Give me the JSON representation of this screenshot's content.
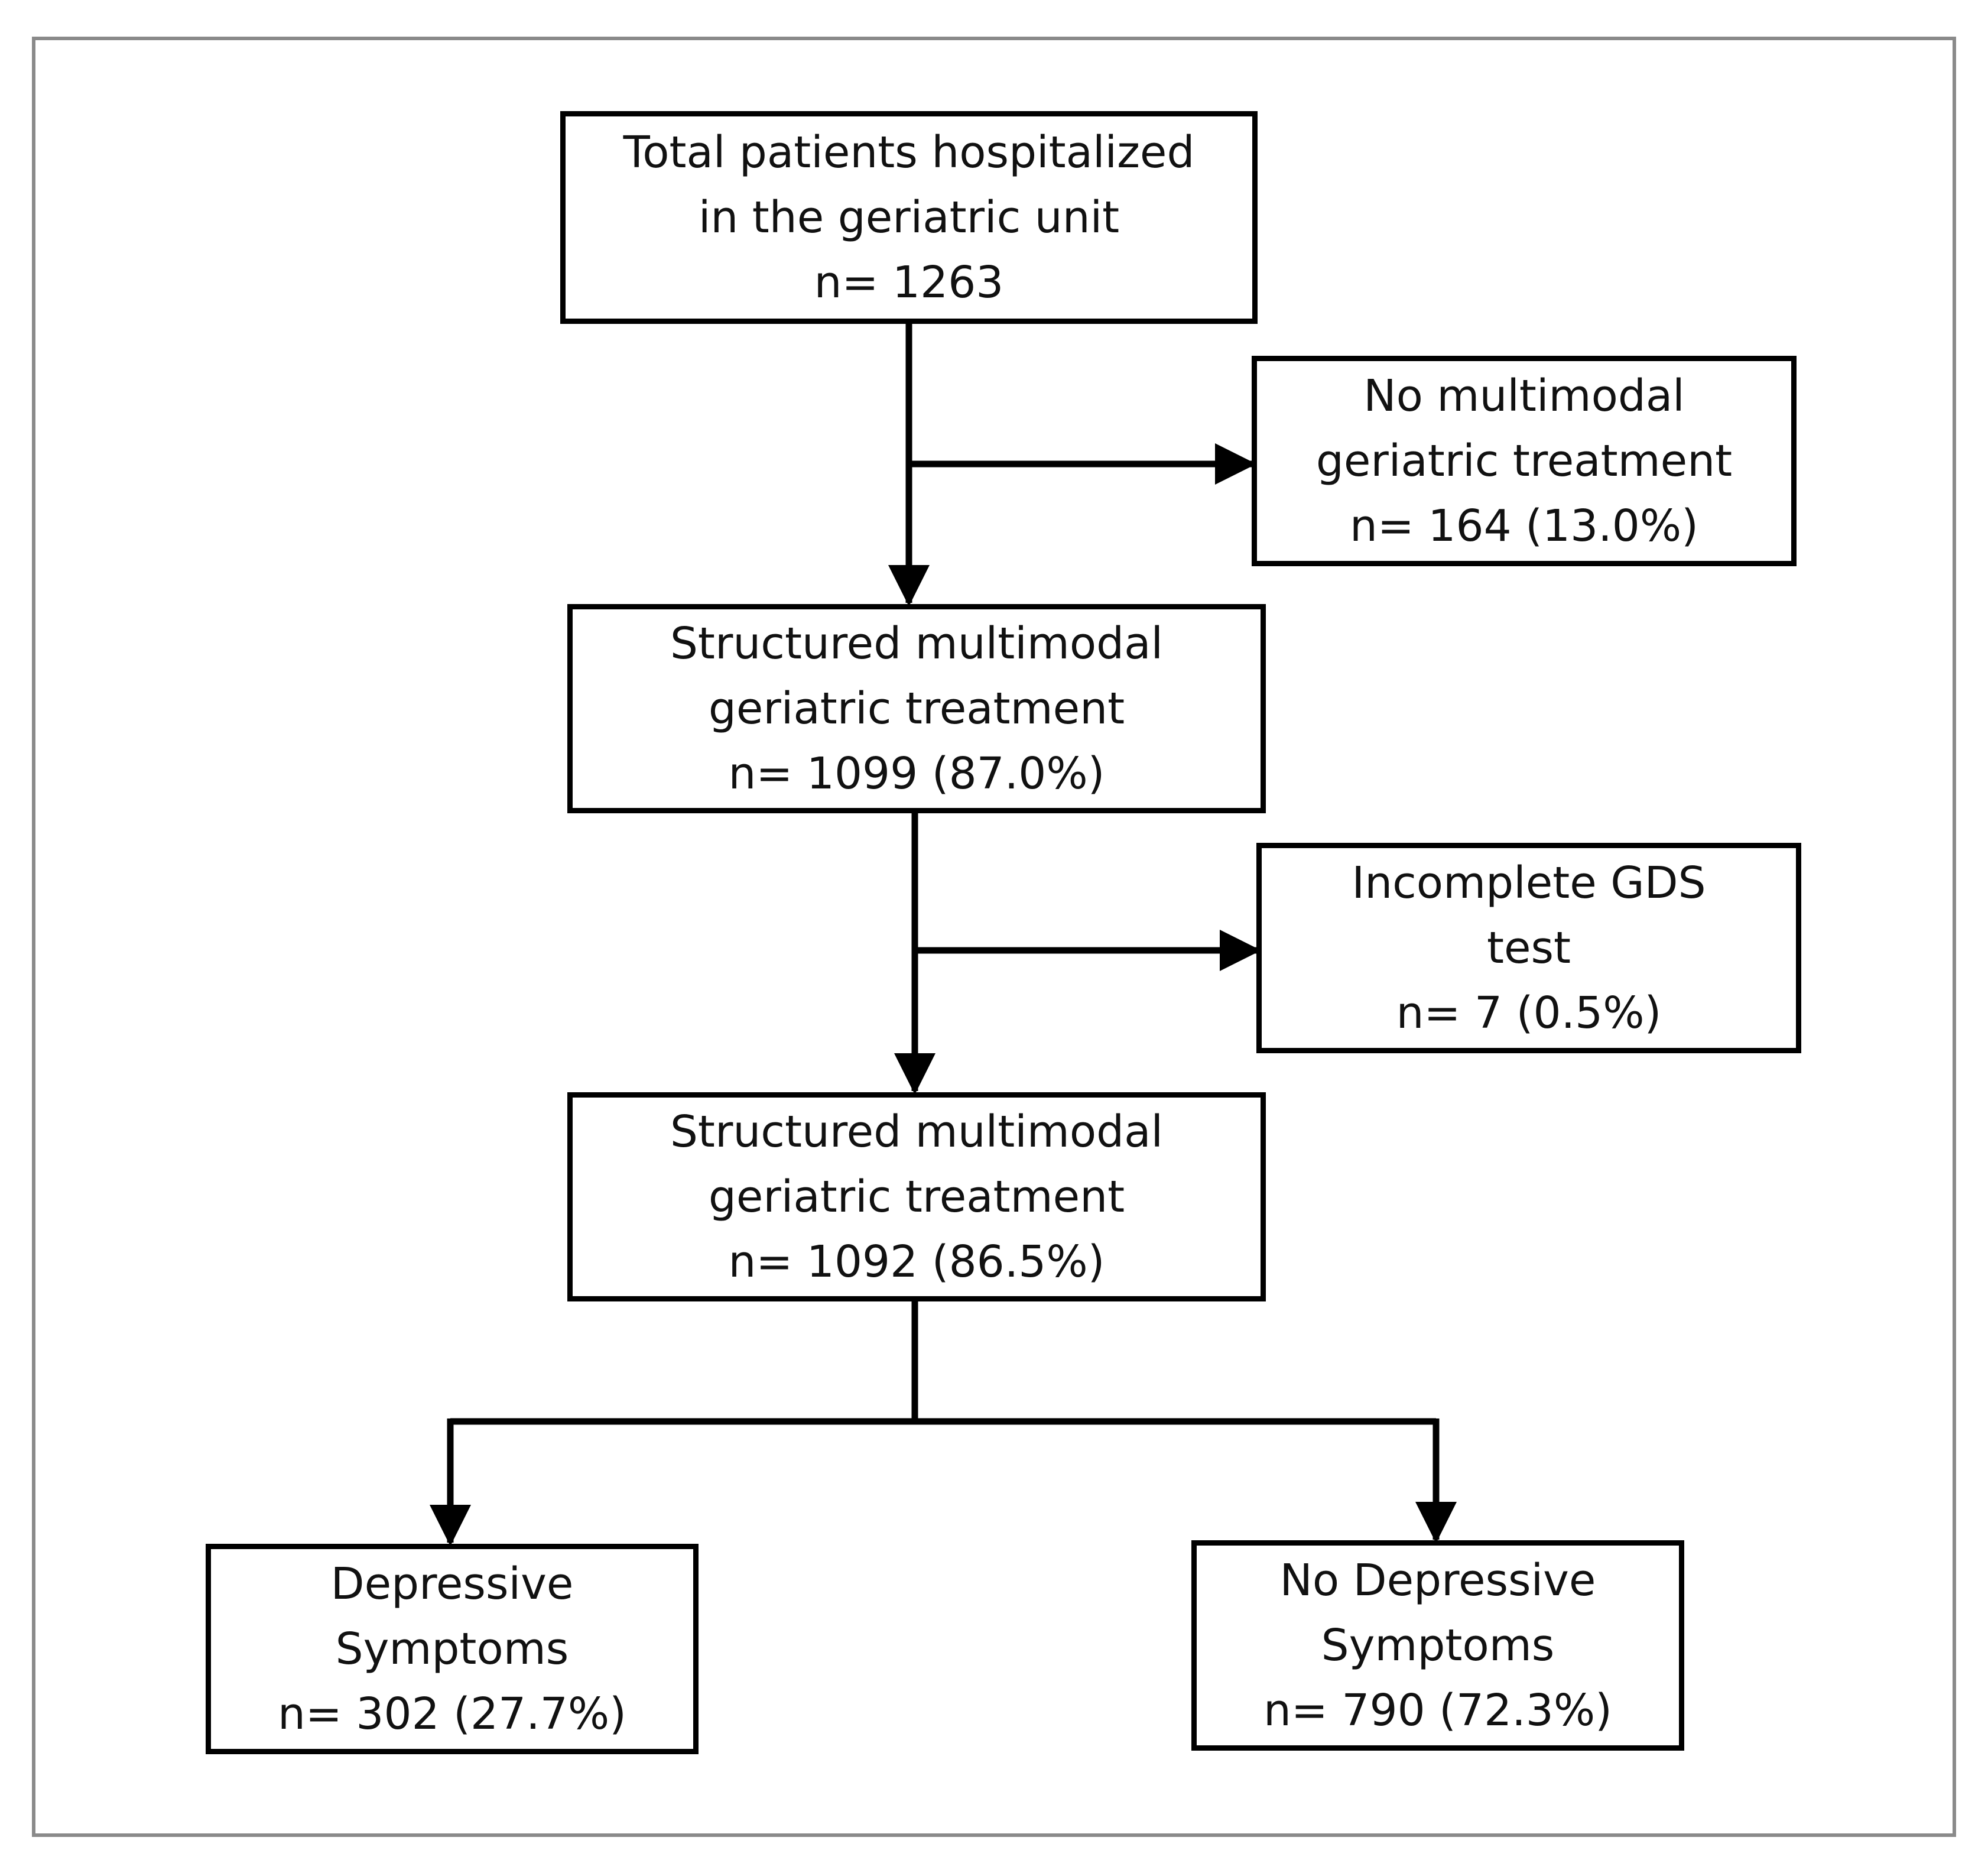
{
  "colors": {
    "stroke": "#000000",
    "frame": "#8a8a8a",
    "text": "#111111"
  },
  "nodes": {
    "total": {
      "lines": [
        "Total patients hospitalized",
        "in the geriatric unit",
        "n= 1263"
      ]
    },
    "no_multimodal": {
      "lines": [
        "No multimodal",
        "geriatric treatment",
        "n= 164 (13.0%)"
      ]
    },
    "structured_1": {
      "lines": [
        "Structured multimodal",
        "geriatric treatment",
        "n= 1099 (87.0%)"
      ]
    },
    "incomplete_gds": {
      "lines": [
        "Incomplete GDS",
        "test",
        "n= 7 (0.5%)"
      ]
    },
    "structured_2": {
      "lines": [
        "Structured multimodal",
        "geriatric treatment",
        "n= 1092 (86.5%)"
      ]
    },
    "depressive": {
      "lines": [
        "Depressive",
        "Symptoms",
        "n= 302 (27.7%)"
      ]
    },
    "no_depressive": {
      "lines": [
        "No Depressive",
        "Symptoms",
        "n= 790 (72.3%)"
      ]
    }
  }
}
